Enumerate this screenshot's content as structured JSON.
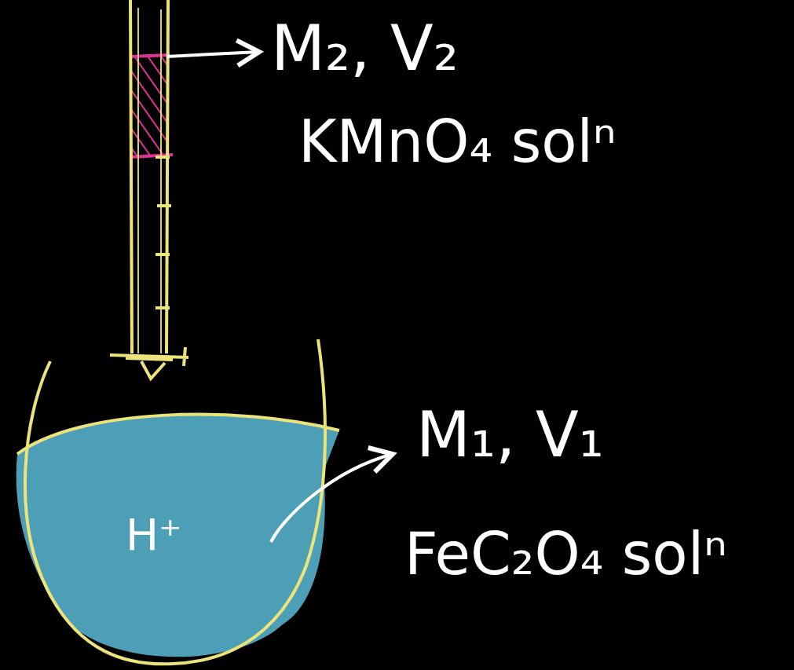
{
  "diagram": {
    "labels": [
      "M₂, V₂",
      "KMnO₄ solⁿ",
      "M₁, V₁",
      "FeC₂O₄ solⁿ",
      "H⁺"
    ]
  }
}
